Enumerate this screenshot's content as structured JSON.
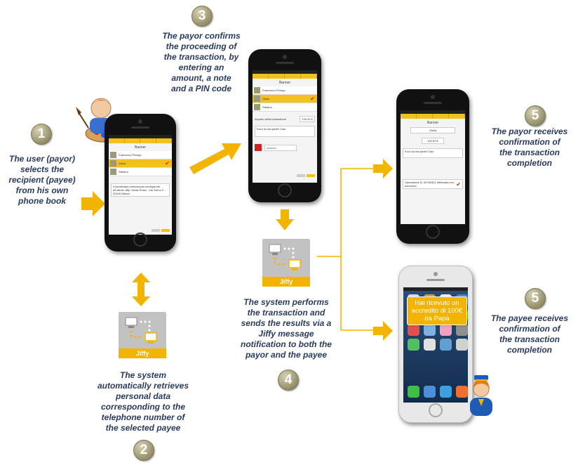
{
  "steps": [
    {
      "number": "1",
      "caption": [
        "The user (payor)",
        "selects the",
        "recipient (payee)",
        "from his own",
        "phone book"
      ]
    },
    {
      "number": "2",
      "caption": [
        "The system",
        "automatically retrieves",
        "personal data",
        "corresponding to the",
        "telephone number of",
        "the selected payee"
      ]
    },
    {
      "number": "3",
      "caption": [
        "The payor confirms",
        "the proceeding of",
        "the transaction, by",
        "entering an",
        "amount, a note",
        "and a PIN code"
      ]
    },
    {
      "number": "4",
      "caption": [
        "The system performs",
        "the transaction and",
        "sends the results  via a",
        "Jiffy message",
        "notification to both the",
        "payor and the payee"
      ]
    },
    {
      "number": "5",
      "caption": [
        "The payor receives",
        "confirmation of",
        "the transaction",
        "completion"
      ]
    },
    {
      "number": "5",
      "caption": [
        "The payee receives",
        "confirmation of",
        "the transaction",
        "completion"
      ]
    }
  ],
  "jiffy_label": "Jiffy",
  "phone1": {
    "title": "Banner",
    "contacts": [
      "Francesco Perego",
      "Giulia",
      "Stefano"
    ],
    "info_text": "Il beneficiario selezionato corrisponde all'utente Jiffy: Giulia Rossi - Via Torino 2 - 20100 Milano"
  },
  "phone3": {
    "title": "Banner",
    "contacts": [
      "Francesco Perego",
      "Giulia",
      "Stefano"
    ],
    "amount_label": "Importo della transazione",
    "amount": "100,00 €",
    "note": "Ecco la mia parte! Ciao",
    "pin": "••••••••••"
  },
  "phone5": {
    "title": "Banner",
    "payee": "Giulia",
    "amount": "100,00 €",
    "note": "Ecco la mia parte! Ciao",
    "result": "Operazione N. 54789321 effettuata con successo"
  },
  "notification": {
    "lines": [
      "Hai ricevuto un",
      "accredito  di 100€",
      "da Papà"
    ]
  },
  "colors": {
    "accent": "#f3b400",
    "caption": "#2a3b5c",
    "jiffy_bg": "#c2c2c2"
  }
}
